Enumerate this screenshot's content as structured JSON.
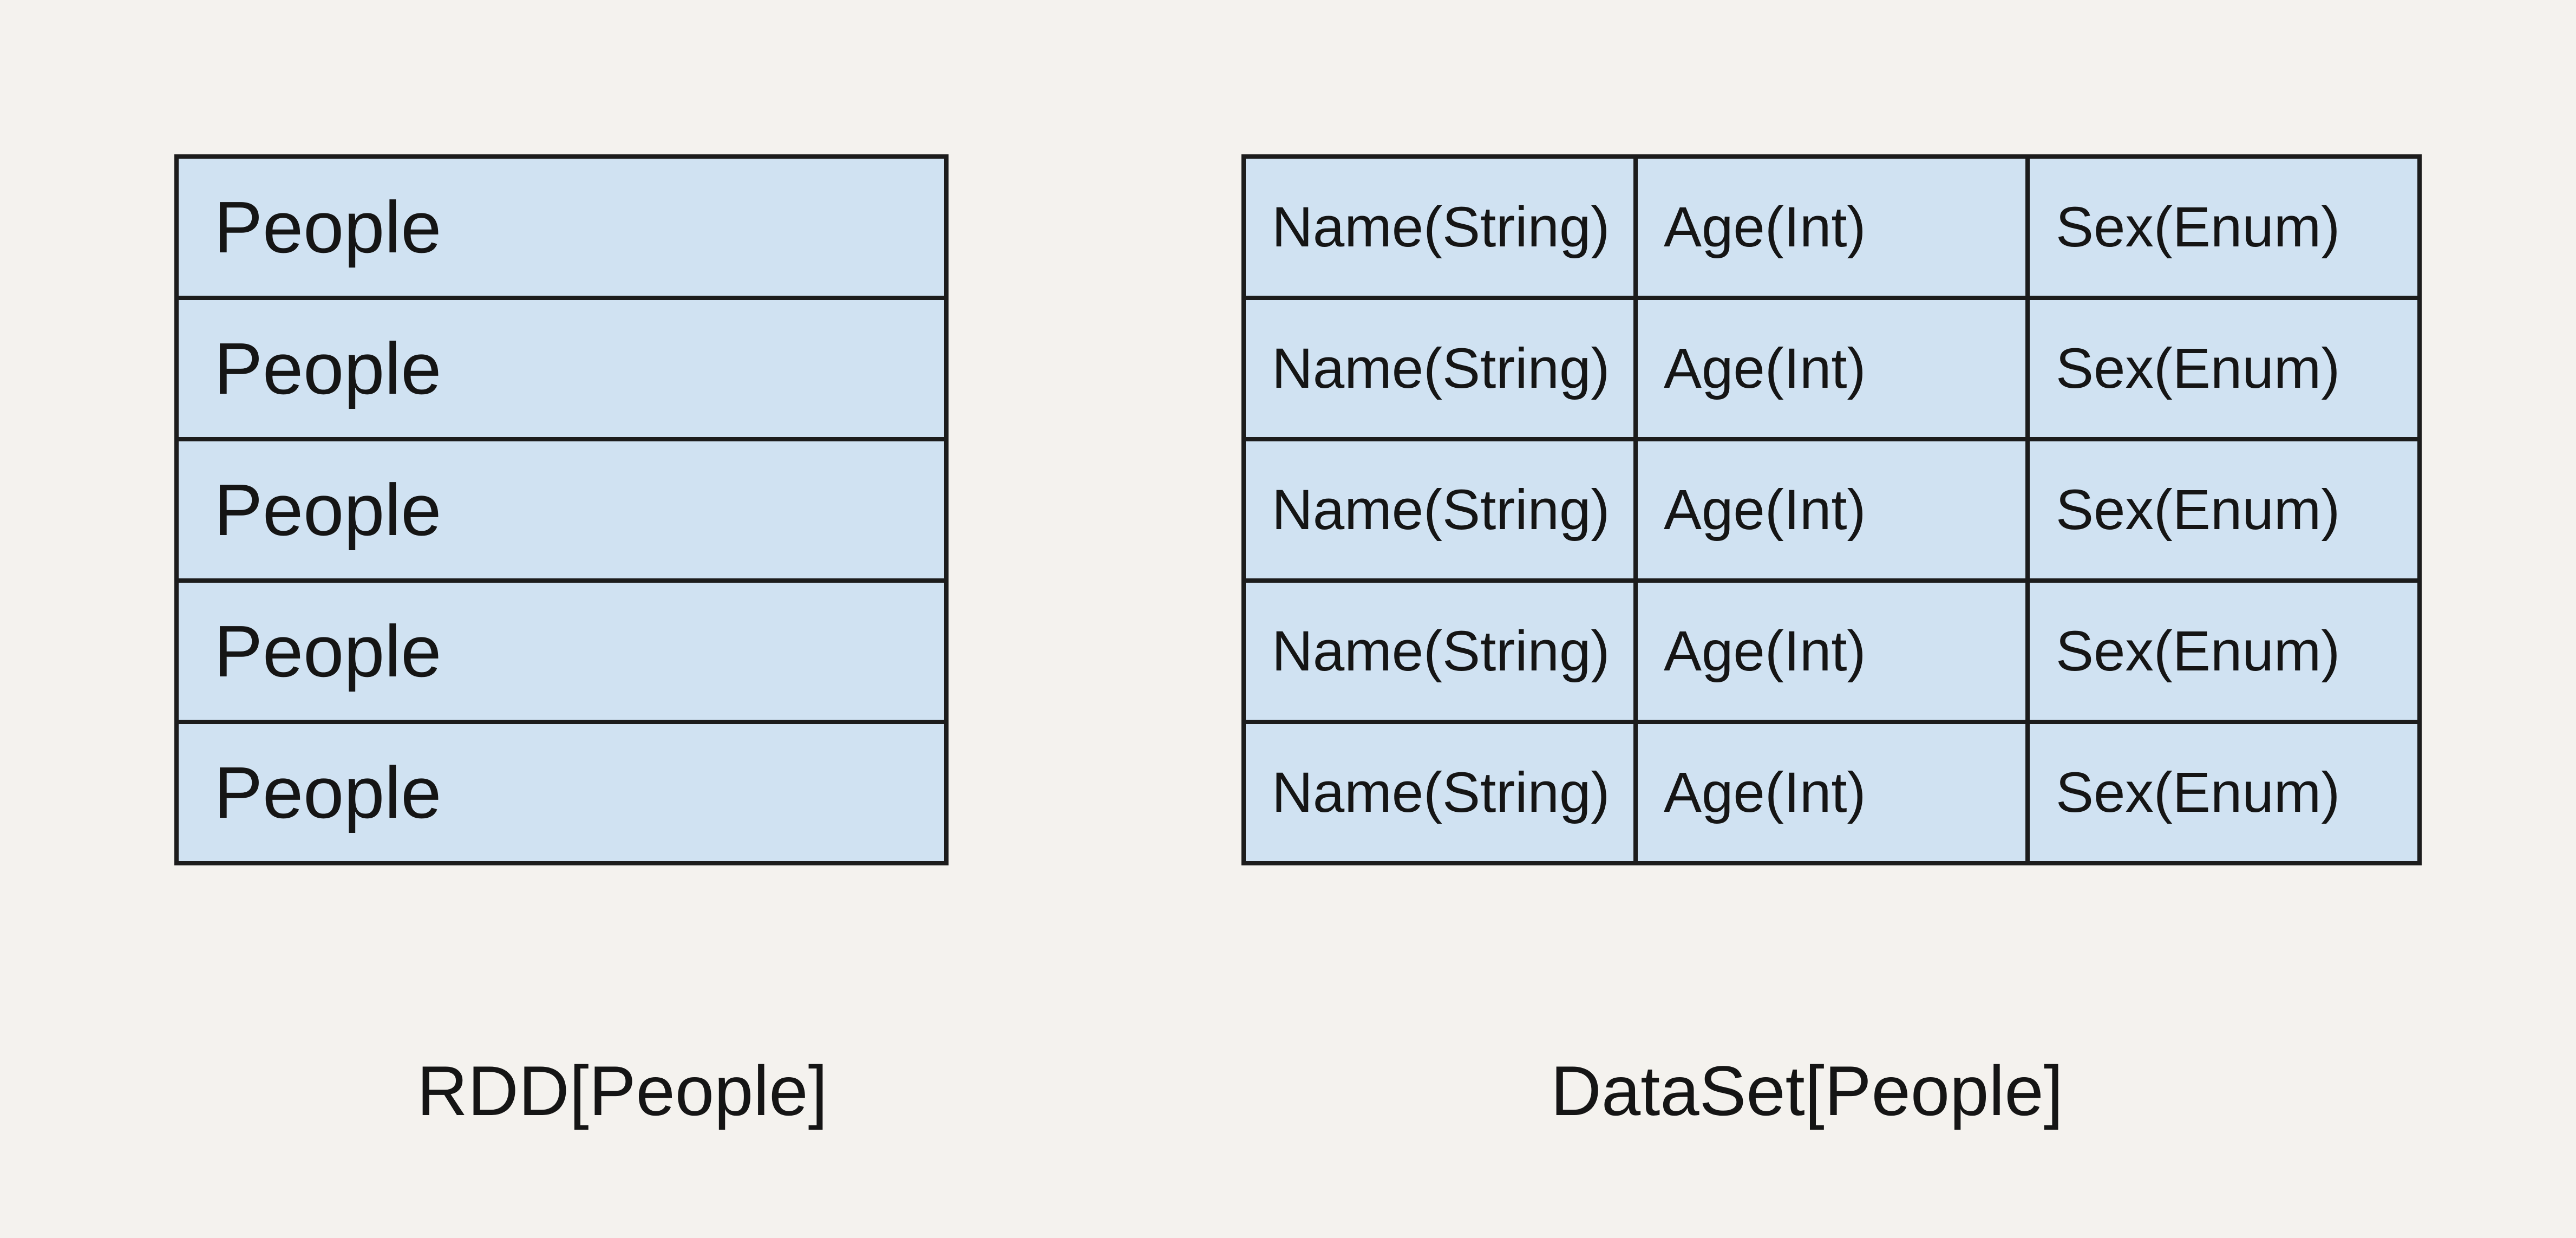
{
  "colors": {
    "background": "#f4f2ee",
    "cell_fill": "#d0e2f2",
    "border": "#1c1c1c",
    "text": "#151515"
  },
  "rdd": {
    "label": "RDD[People]",
    "rows": [
      "People",
      "People",
      "People",
      "People",
      "People"
    ]
  },
  "dataset": {
    "label": "DataSet[People]",
    "columns": [
      "Name(String)",
      "Age(Int)",
      "Sex(Enum)"
    ],
    "rows": [
      [
        "Name(String)",
        "Age(Int)",
        "Sex(Enum)"
      ],
      [
        "Name(String)",
        "Age(Int)",
        "Sex(Enum)"
      ],
      [
        "Name(String)",
        "Age(Int)",
        "Sex(Enum)"
      ],
      [
        "Name(String)",
        "Age(Int)",
        "Sex(Enum)"
      ],
      [
        "Name(String)",
        "Age(Int)",
        "Sex(Enum)"
      ]
    ]
  }
}
